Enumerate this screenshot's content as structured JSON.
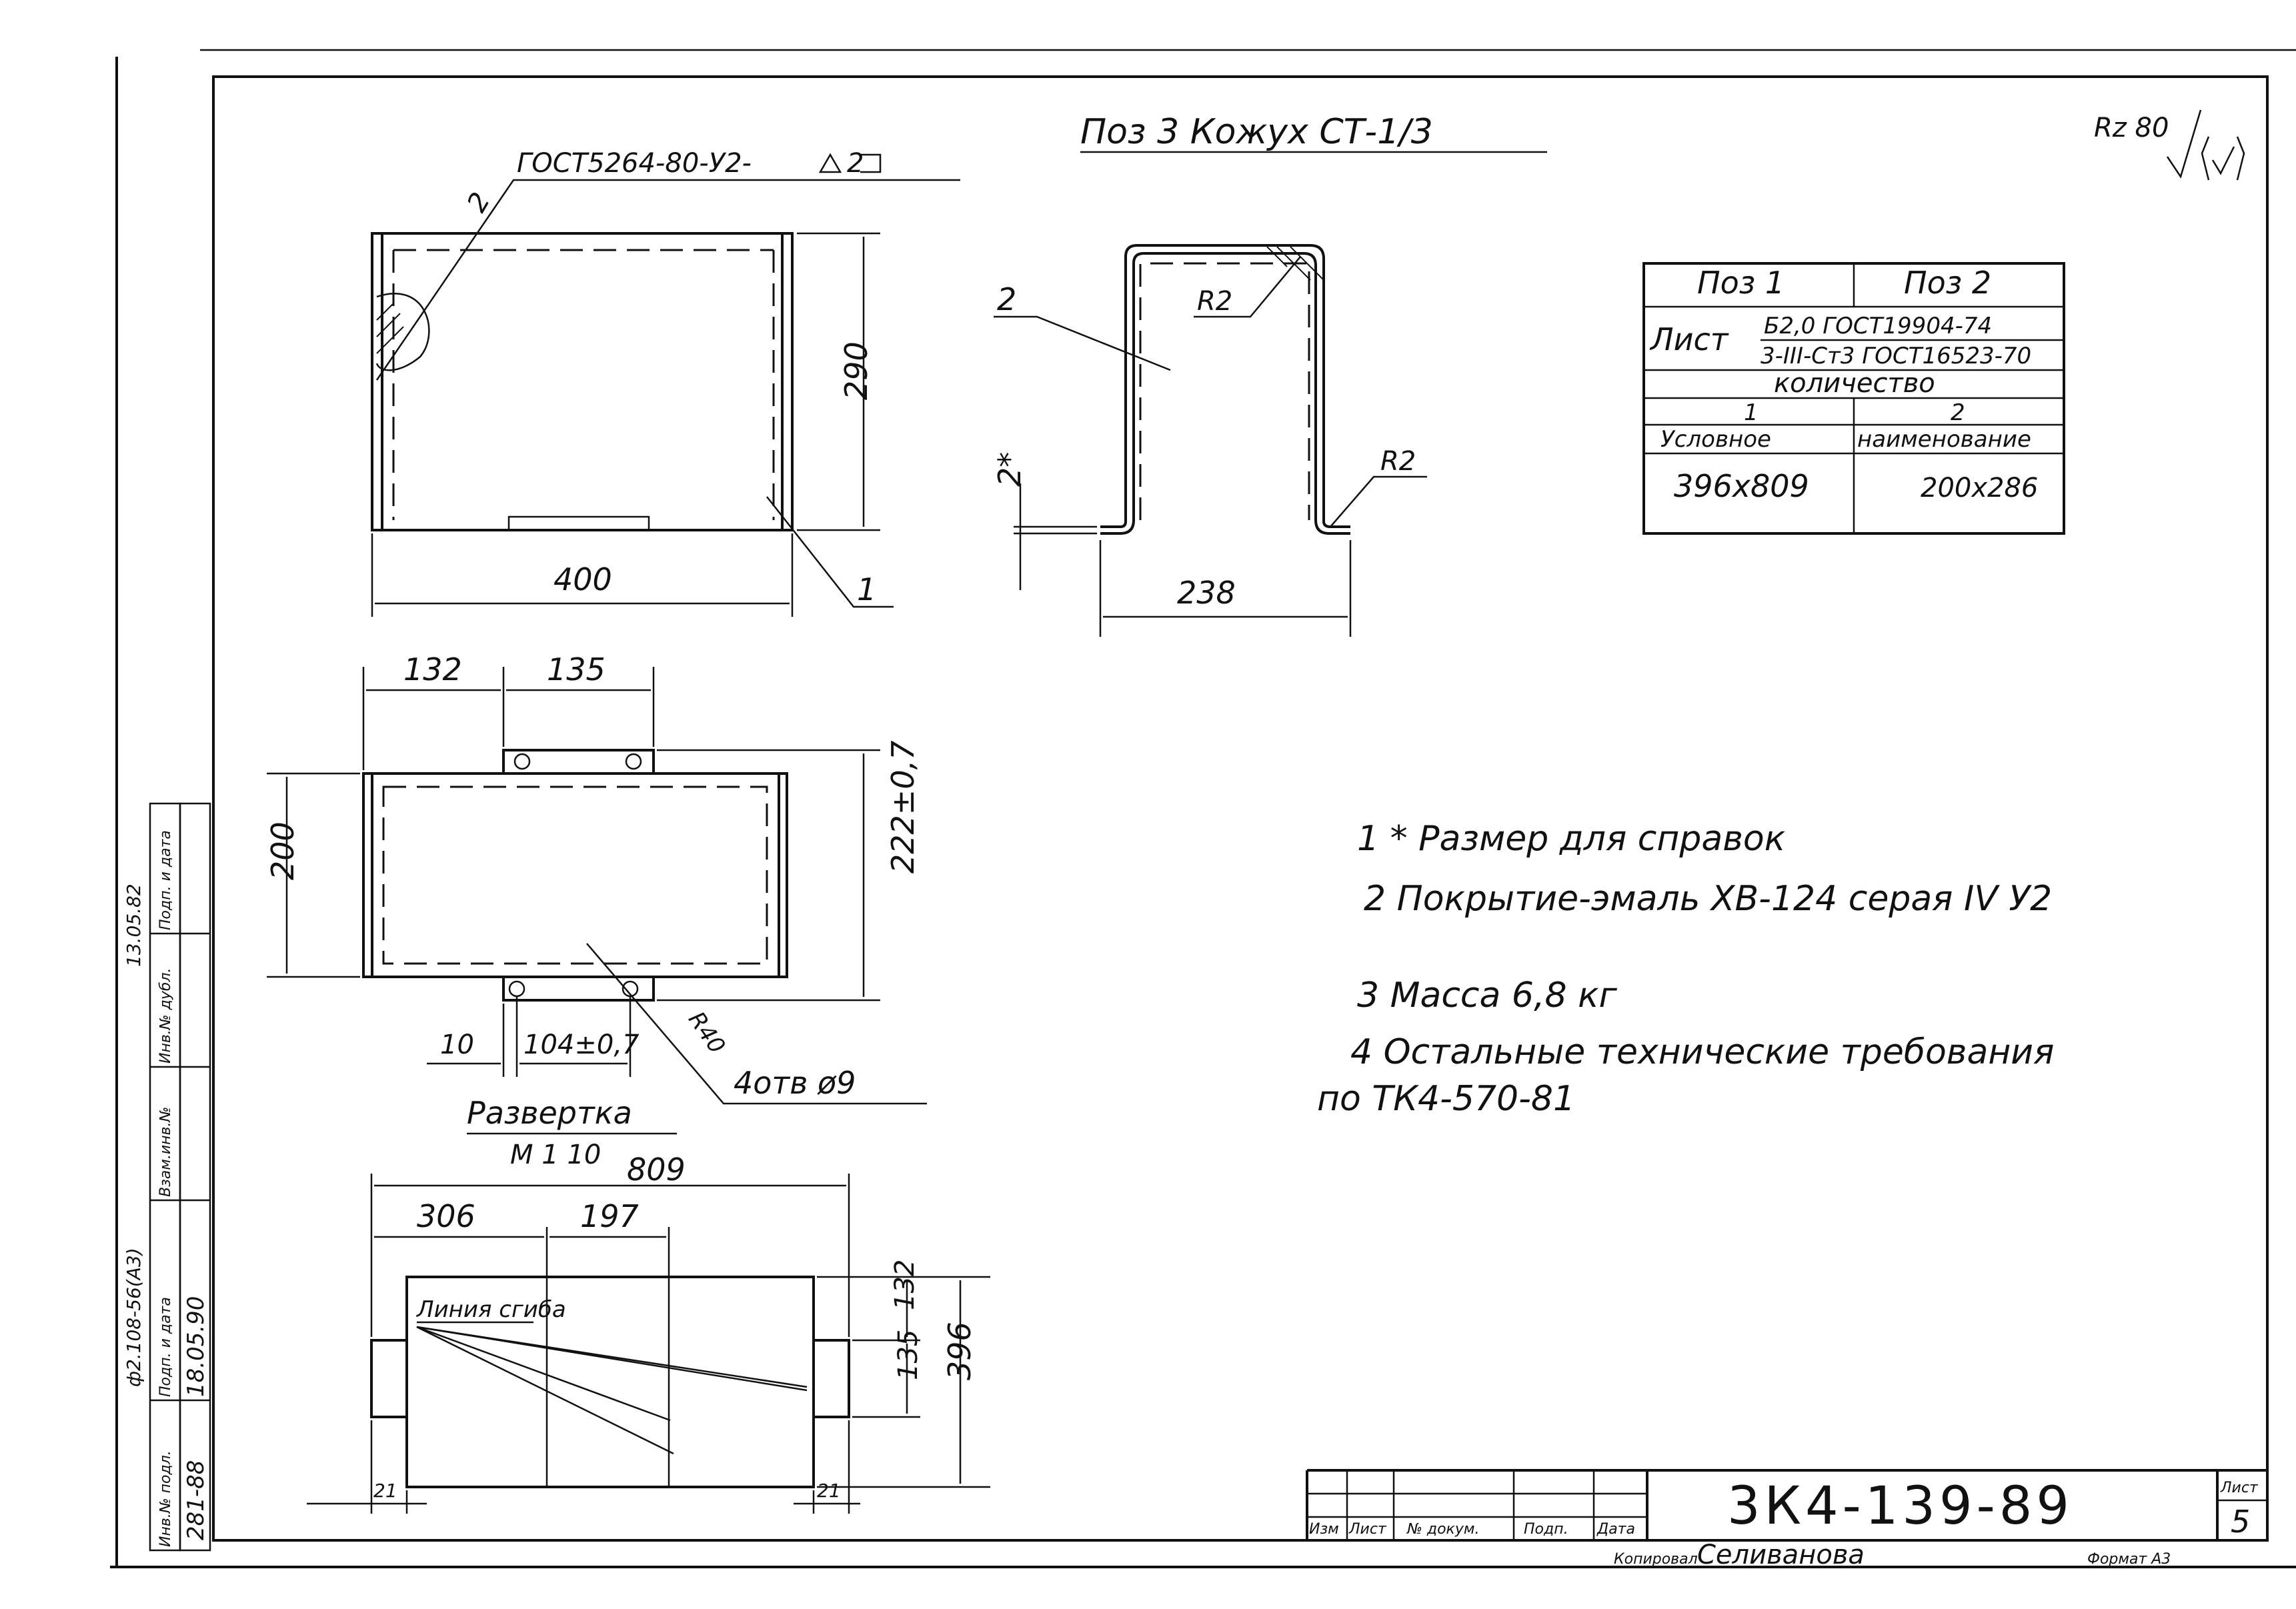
{
  "title": "Поз 3 Кожух СТ-1/3",
  "roughness": "Rz 80",
  "gost_weld": "ГОСТ5264-80-У2-",
  "weld_symbol": "2",
  "leader_numbers": {
    "bend_view": "2",
    "leader_1": "1",
    "weld_mark": "2"
  },
  "dims": {
    "width_400": "400",
    "height_290": "290",
    "d132": "132",
    "d135": "135",
    "d200": "200",
    "d222": "222±0,7",
    "d10": "10",
    "d104": "104±0,7",
    "r40": "R40",
    "holes": "4отв ø9",
    "r2a": "R2",
    "r2b": "R2",
    "d238": "238",
    "d2star": "2*",
    "unfold_total": "809",
    "d306": "306",
    "d197": "197",
    "d132b": "132",
    "d135b": "135",
    "d396": "396",
    "d21a": "21",
    "d21b": "21",
    "bend_line": "Линия сгиба"
  },
  "development": {
    "title": "Развертка",
    "scale": "М 1 10"
  },
  "table": {
    "h1": "Поз 1",
    "h2": "Поз 2",
    "sheet_word": "Лист",
    "mat1": "Б2,0 ГОСТ19904-74",
    "mat2": "3-III-Ст3 ГОСТ16523-70",
    "qty": "количество",
    "q1": "1",
    "q2": "2",
    "cond": "Условное",
    "name": "наименование",
    "v1": "396x809",
    "v2": "200x286"
  },
  "notes": [
    "1 * Размер для справок",
    "2 Покрытие-эмаль ХВ-124 серая IV У2",
    "3 Масса 6,8 кг",
    "4 Остальные технические требования",
    "по ТК4-570-81"
  ],
  "title_block": {
    "code": "3К4-139-89",
    "sheet_label": "Лист",
    "sheet_no": "5",
    "col_izm": "Изм",
    "col_list": "Лист",
    "col_doc": "№ докум.",
    "col_sign": "Подп.",
    "col_date": "Дата",
    "checked": "Копировал",
    "checker": "Селиванова",
    "format": "Формат А3"
  },
  "side_stamp": {
    "inv": "Инв.№ подл.",
    "inv_val": "281-88",
    "sign_date": "Подп. и дата",
    "sign_val": "18.05.90",
    "vzam": "Взам.инв.№",
    "inv_dub": "Инв.№ дубл.",
    "podp": "Подп. и дата",
    "form": "ф2.108-56(А3)",
    "note": "13.05.82"
  }
}
